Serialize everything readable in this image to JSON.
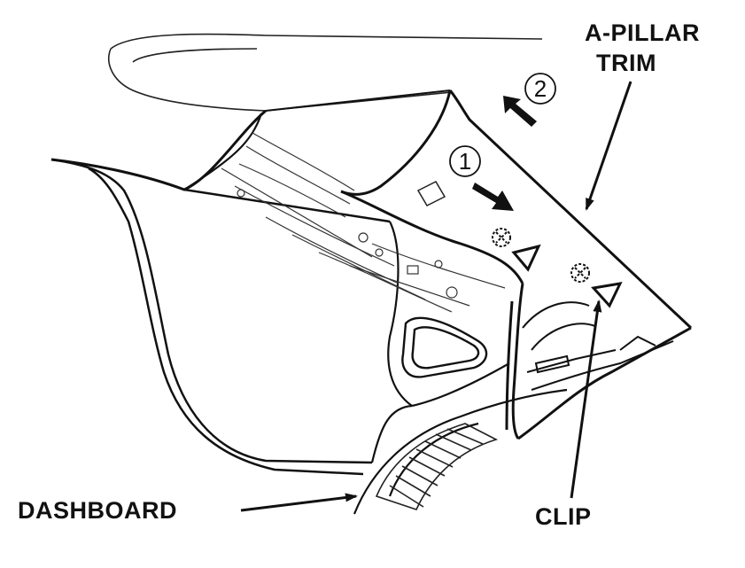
{
  "labels": {
    "a_pillar_line1": "A-PILLAR",
    "a_pillar_line2": "TRIM",
    "dashboard": "DASHBOARD",
    "clip": "CLIP"
  },
  "steps": {
    "step1": "1",
    "step2": "2"
  }
}
